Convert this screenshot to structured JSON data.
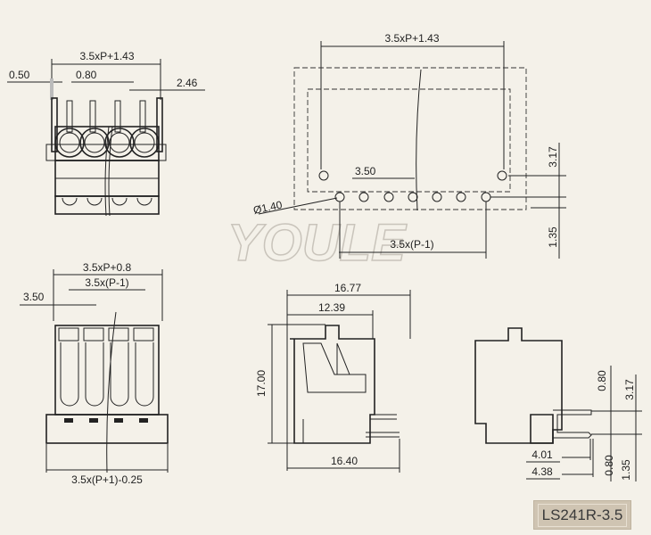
{
  "watermark": "YOULE",
  "model_label": "LS241R-3.5",
  "views": {
    "top_left": {
      "width": "3.5xP+1.43",
      "pin_offset": "0.50",
      "pin_width": "0.80",
      "edge": "2.46"
    },
    "top_right": {
      "width": "3.5xP+1.43",
      "pitch": "3.50",
      "hole_dia": "Ø1.40",
      "span": "3.5x(P-1)",
      "row_offset": "3.17",
      "row_gap": "1.35"
    },
    "bottom_left": {
      "width": "3.5xP+0.8",
      "span": "3.5x(P-1)",
      "pitch": "3.50",
      "overall": "3.5x(P+1)-0.25"
    },
    "side": {
      "width": "16.77",
      "inner": "12.39",
      "height": "17.00",
      "base": "16.40"
    },
    "right": {
      "pin_top": "0.80",
      "offset": "3.17",
      "len1": "4.01",
      "len2": "4.38",
      "pin_bot": "0.80",
      "gap": "1.35"
    }
  }
}
